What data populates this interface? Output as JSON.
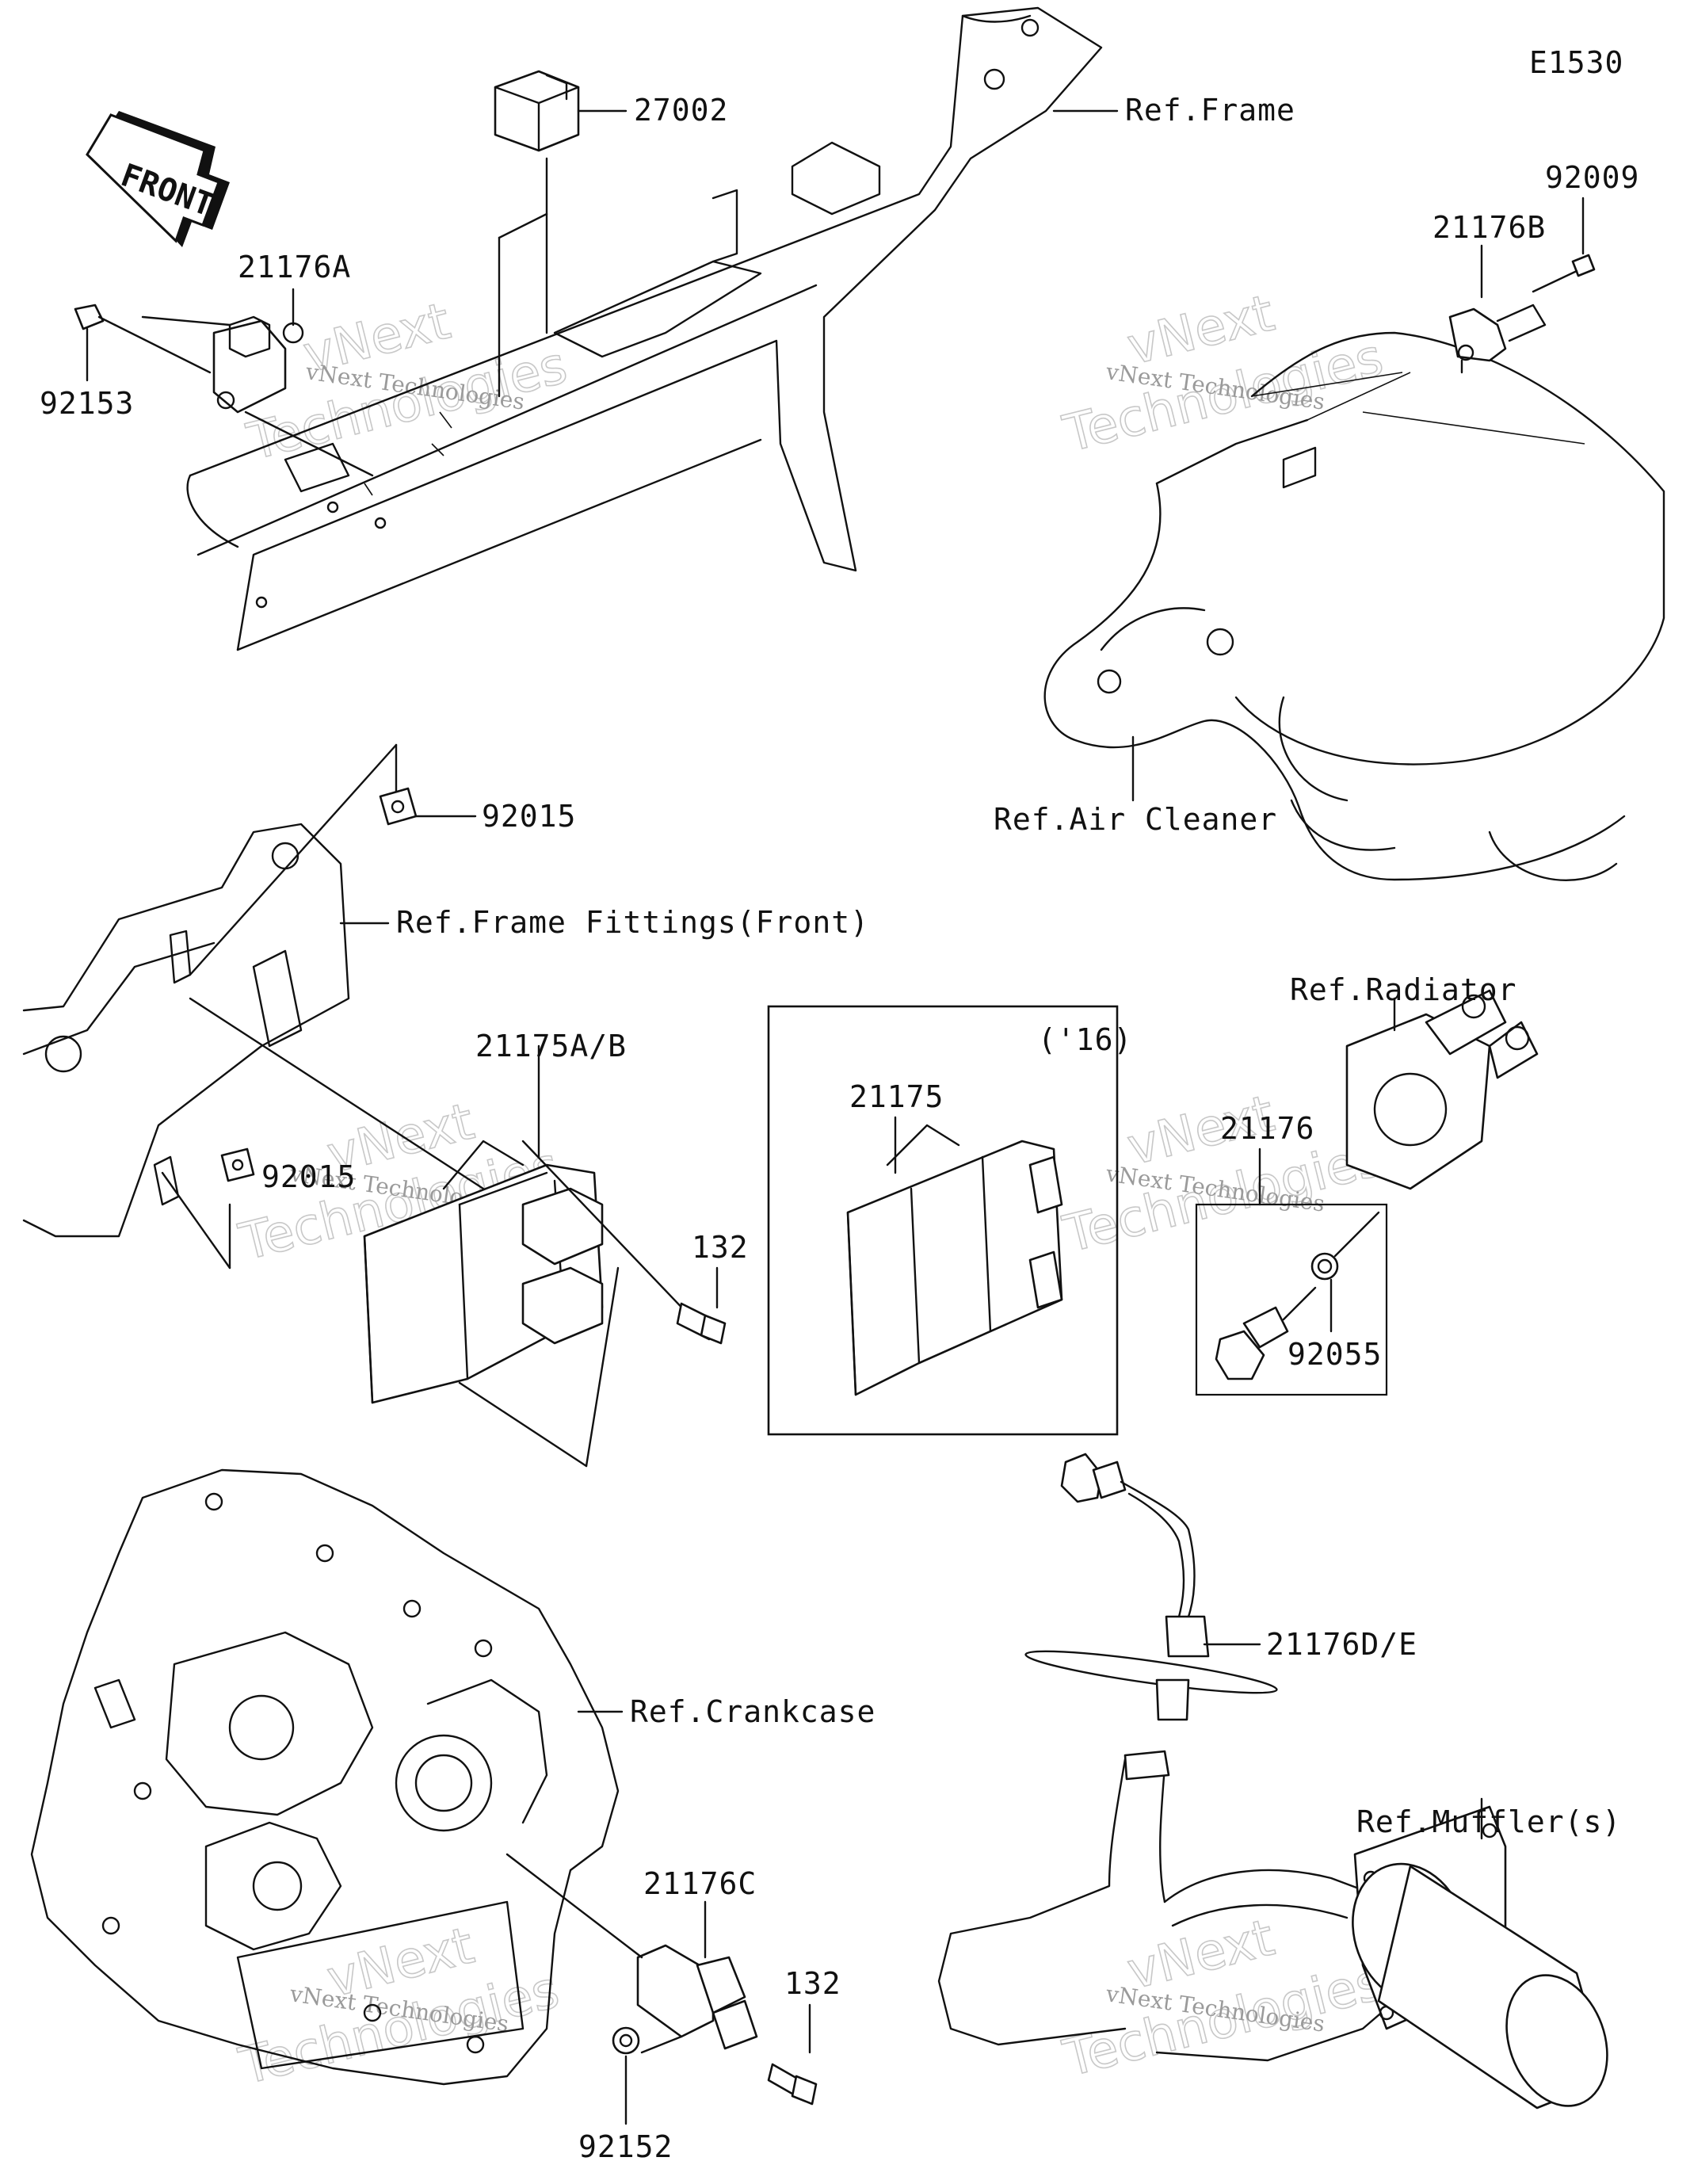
{
  "diagram_code": "E1530",
  "front_arrow": {
    "text": "FRONT"
  },
  "watermark": {
    "line1": "vNext Technologies",
    "big1": "vNext",
    "big2": "Technologies"
  },
  "references": {
    "frame": "Ref.Frame",
    "air_cleaner": "Ref.Air Cleaner",
    "frame_fittings": "Ref.Frame Fittings(Front)",
    "radiator": "Ref.Radiator",
    "crankcase": "Ref.Crankcase",
    "mufflers": "Ref.Muffler(s)"
  },
  "parts": {
    "p27002": "27002",
    "p21176A": "21176A",
    "p92153": "92153",
    "p92009": "92009",
    "p21176B": "21176B",
    "p92015_top": "92015",
    "p92015_left": "92015",
    "p21175AB": "21175A/B",
    "p132_mid": "132",
    "p21175": "21175",
    "p21176": "21176",
    "p92055": "92055",
    "p21176DE": "21176D/E",
    "p21176C": "21176C",
    "p132_bottom": "132",
    "p92152": "92152"
  },
  "year_box": {
    "label": "('16)"
  }
}
